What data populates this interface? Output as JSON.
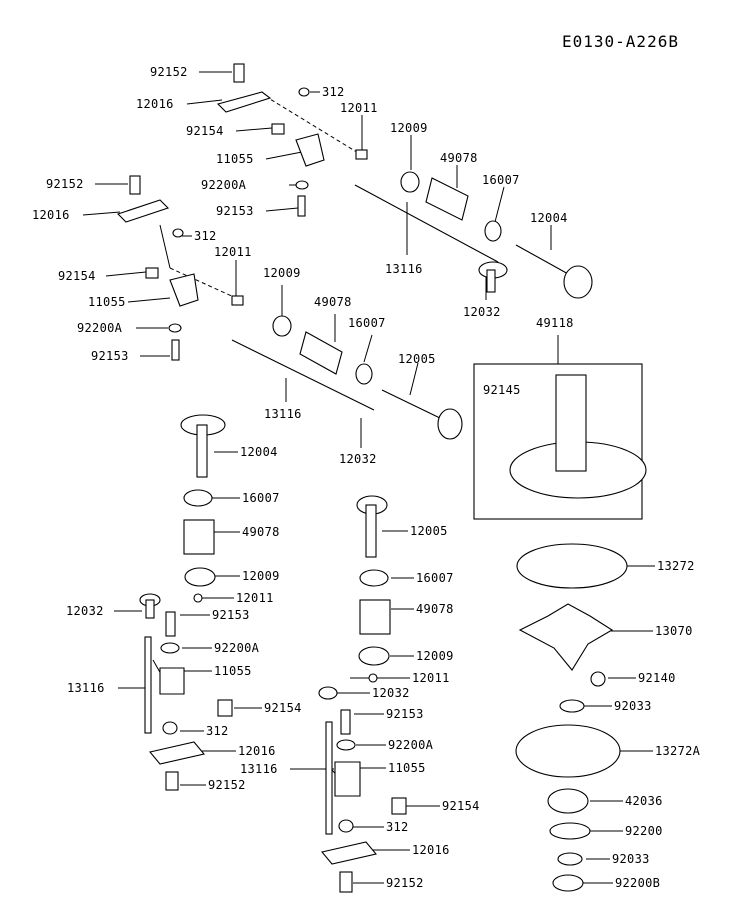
{
  "diagram": {
    "figure_code": "E0130-A226B",
    "callouts": {
      "a": "92152",
      "b": "12016",
      "c": "312",
      "d": "12011",
      "e": "92154",
      "f": "12009",
      "g": "11055",
      "h": "49078",
      "i": "92200A",
      "j": "16007",
      "k": "92153",
      "l": "12004",
      "m": "92152",
      "n": "12016",
      "o": "312",
      "p": "12011",
      "q": "92154",
      "r": "12009",
      "s": "13116",
      "t": "11055",
      "u": "49078",
      "v": "12032",
      "w": "92200A",
      "x": "16007",
      "y": "49118",
      "z": "92153",
      "aa": "12005",
      "ab": "92145",
      "ac": "13116",
      "ad": "12004",
      "ae": "12032",
      "af": "16007",
      "ag": "12005",
      "ah": "49078",
      "ai": "13272",
      "aj": "12009",
      "ak": "16007",
      "al": "12011",
      "am": "12032",
      "an": "92153",
      "ao": "49078",
      "ap": "13070",
      "aq": "92200A",
      "ar": "12009",
      "as": "11055",
      "at": "12011",
      "au": "13116",
      "av": "92140",
      "aw": "12032",
      "ax": "92154",
      "ay": "92153",
      "az": "92033",
      "ba": "312",
      "bb": "12016",
      "bc": "92200A",
      "bd": "13272A",
      "be": "13116",
      "bf": "11055",
      "bg": "92152",
      "bh": "42036",
      "bi": "92154",
      "bj": "312",
      "bk": "92200",
      "bl": "12016",
      "bm": "92033",
      "bn": "92152",
      "bo": "92200B"
    }
  }
}
